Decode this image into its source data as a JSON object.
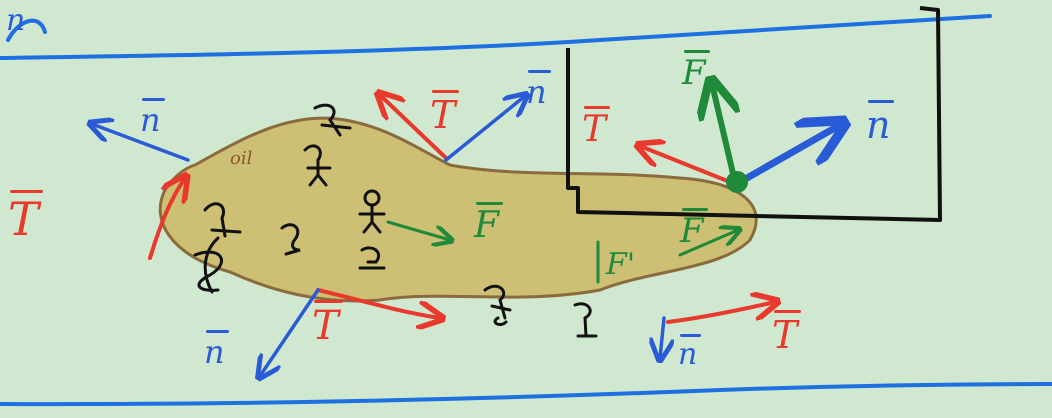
{
  "colors": {
    "background": "#cfe8cf",
    "channel_line": "#1e6fe0",
    "oil": "#cdbf74",
    "oil_edge": "#8b6a3e",
    "tension": "#e8392c",
    "normal": "#2a5bd7",
    "force": "#1f8a3a",
    "ink": "#111111"
  },
  "labels": {
    "corner_n": "n",
    "oil": "oil",
    "n_left": "n",
    "T_top_center": "T",
    "n_top_center": "n",
    "T_box": "T",
    "F_box_top": "F",
    "n_box": "n",
    "T_far_left": "T",
    "F_center": "F",
    "F_prime": "F'",
    "F_right": "F",
    "T_bottom": "T",
    "n_bottom_left": "n",
    "n_bottom_right": "n",
    "T_bottom_right": "T"
  }
}
